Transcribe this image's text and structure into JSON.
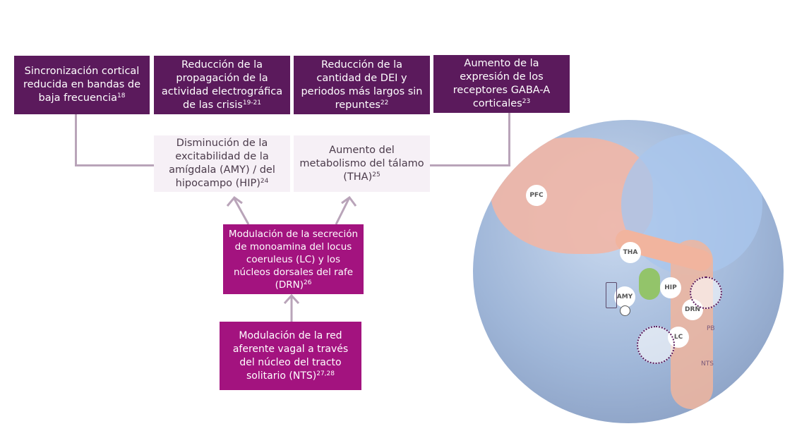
{
  "effects": [
    {
      "text": "Sincronización cortical reducida en bandas de baja frecuencia",
      "ref": "18"
    },
    {
      "text": "Reducción de la propagación de la actividad electrográfica de las crisis",
      "ref": "19-21"
    },
    {
      "text": "Reducción de la cantidad de DEI y periodos más largos sin repuntes",
      "ref": "22"
    },
    {
      "text": "Aumento de la expresión de los receptores GABA-A corticales",
      "ref": "23"
    }
  ],
  "intermediate": [
    {
      "text": "Disminución de la excitabilidad de la amígdala (AMY) / del hipocampo (HIP)",
      "ref": "24"
    },
    {
      "text": "Aumento del metabolismo del tálamo (THA)",
      "ref": "25"
    }
  ],
  "mechanisms": [
    {
      "text": "Modulación de la secreción de monoamina del locus coeruleus (LC) y los núcleos dorsales del rafe (DRN)",
      "ref": "26"
    },
    {
      "text": "Modulación de la red aferente vagal a través del núcleo del tracto solitario (NTS)",
      "ref": "27,28"
    }
  ],
  "brain_labels": {
    "pfc": "PFC",
    "tha": "THA",
    "hip": "HIP",
    "amy": "AMY",
    "drn": "DRN",
    "lc": "LC",
    "pb": "PB",
    "nts": "NTS"
  },
  "colors": {
    "dark": "#5b1a5c",
    "magenta": "#a3137f",
    "light": "#f6f0f6",
    "connector": "#b9a4b9"
  }
}
